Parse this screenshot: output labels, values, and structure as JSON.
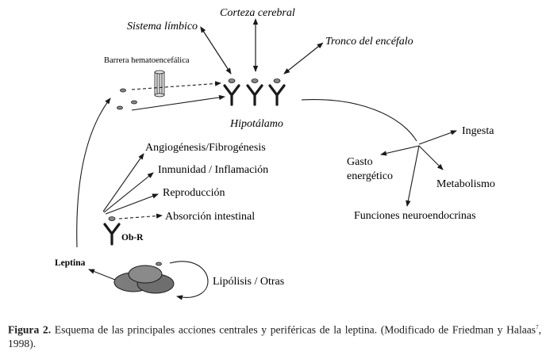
{
  "diagram": {
    "brain_regions": {
      "limbic": "Sistema límbico",
      "cortex": "Corteza cerebral",
      "brainstem": "Tronco del encéfalo"
    },
    "bbb_label": "Barrera hematoencefálica",
    "hypothalamus_label": "Hipotálamo",
    "outcomes": {
      "intake": "Ingesta",
      "energy_1": "Gasto",
      "energy_2": "energético",
      "metabolism": "Metabolismo",
      "neuroendocrine": "Funciones neuroendocrinas"
    },
    "peripheral_actions": [
      "Angiogénesis/Fibrogénesis",
      "Inmunidad / Inflamación",
      "Reproducción",
      "Absorción intestinal"
    ],
    "receptor_label": "Ob-R",
    "leptin_label": "Leptina",
    "adipose_loop_label": "Lipólisis / Otras"
  },
  "caption": {
    "figure_label": "Figura 2.",
    "text_before_ref": " Esquema de las principales acciones centrales y periféricas de la leptina. (Modificado de Friedman y Halaas",
    "ref_superscript": "7",
    "text_after_ref": ", 1998)."
  }
}
